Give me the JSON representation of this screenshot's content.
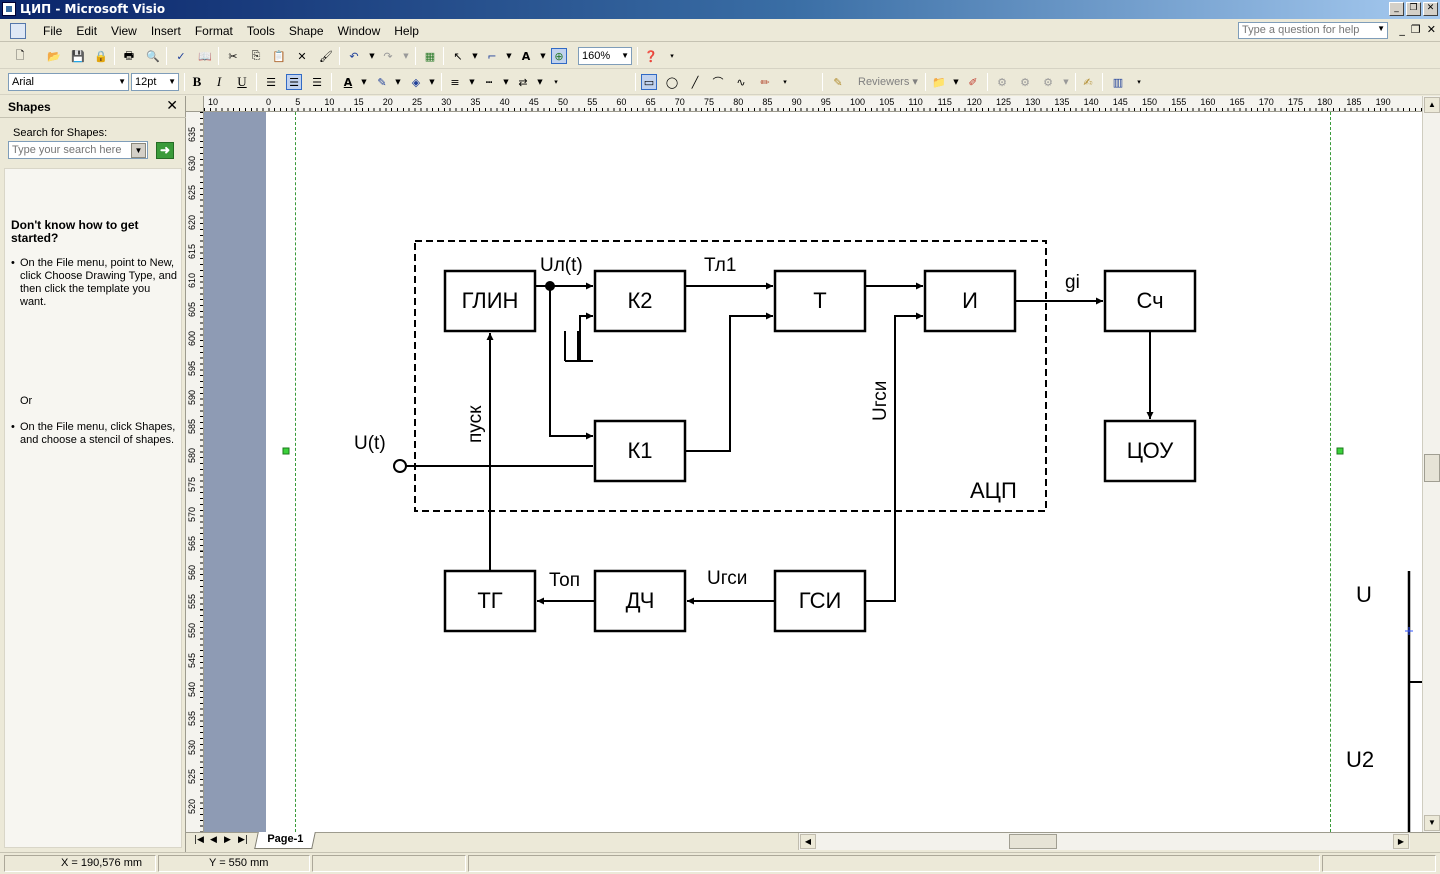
{
  "window": {
    "title": "ЦИП - Microsoft Visio"
  },
  "menu": {
    "items": [
      "File",
      "Edit",
      "View",
      "Insert",
      "Format",
      "Tools",
      "Shape",
      "Window",
      "Help"
    ],
    "help_placeholder": "Type a question for help"
  },
  "toolbar": {
    "zoom": "160%",
    "font_name": "Arial",
    "font_size": "12pt",
    "bold": "B",
    "italic": "I",
    "underline": "U",
    "reviewers": "Reviewers"
  },
  "shapes_panel": {
    "title": "Shapes",
    "search_label": "Search for Shapes:",
    "search_placeholder": "Type your search here",
    "help_heading": "Don't know how to get started?",
    "help_bullet_1": "On the File menu, point to New, click Choose Drawing Type, and then click the template you want.",
    "help_or": "Or",
    "help_bullet_2": "On the File menu, click Shapes, and choose a stencil of shapes."
  },
  "rulers": {
    "h_labels": [
      "10",
      "0",
      "5",
      "10",
      "15",
      "20",
      "25",
      "30",
      "35",
      "40",
      "45",
      "50",
      "55",
      "60",
      "65",
      "70",
      "75",
      "80",
      "85",
      "90",
      "95",
      "100",
      "105",
      "110",
      "115",
      "120",
      "125",
      "130",
      "135",
      "140",
      "145",
      "150",
      "155",
      "160",
      "165",
      "170",
      "175",
      "180",
      "185",
      "190"
    ],
    "v_labels": [
      "635",
      "630",
      "625",
      "620",
      "615",
      "610",
      "605",
      "600",
      "595",
      "590",
      "585",
      "580",
      "575",
      "570",
      "565",
      "560",
      "555",
      "550",
      "545",
      "540",
      "535",
      "530",
      "525",
      "520"
    ]
  },
  "diagram": {
    "blocks": {
      "glin": "ГЛИН",
      "k2": "К2",
      "t": "Т",
      "i": "И",
      "sch": "Сч",
      "k1": "К1",
      "tsou": "ЦОУ",
      "tg": "ТГ",
      "dch": "ДЧ",
      "gsi": "ГСИ"
    },
    "labels": {
      "ul": "Uл(t)",
      "tl1": "Тл1",
      "gi": "gi",
      "ut": "U(t)",
      "pusk": "пуск",
      "ugsi_vertical": "Uгси",
      "adc": "АЦП",
      "top": "Топ",
      "ugsi": "Uгси",
      "u": "U",
      "u2": "U2"
    }
  },
  "tabs": {
    "page": "Page-1"
  },
  "status": {
    "x": "X = 190,576 mm",
    "y": "Y = 550 mm"
  },
  "colors": {
    "titlebar": "#0a246a",
    "offpage": "#8e9bb4",
    "guide": "#3a9b3a"
  }
}
